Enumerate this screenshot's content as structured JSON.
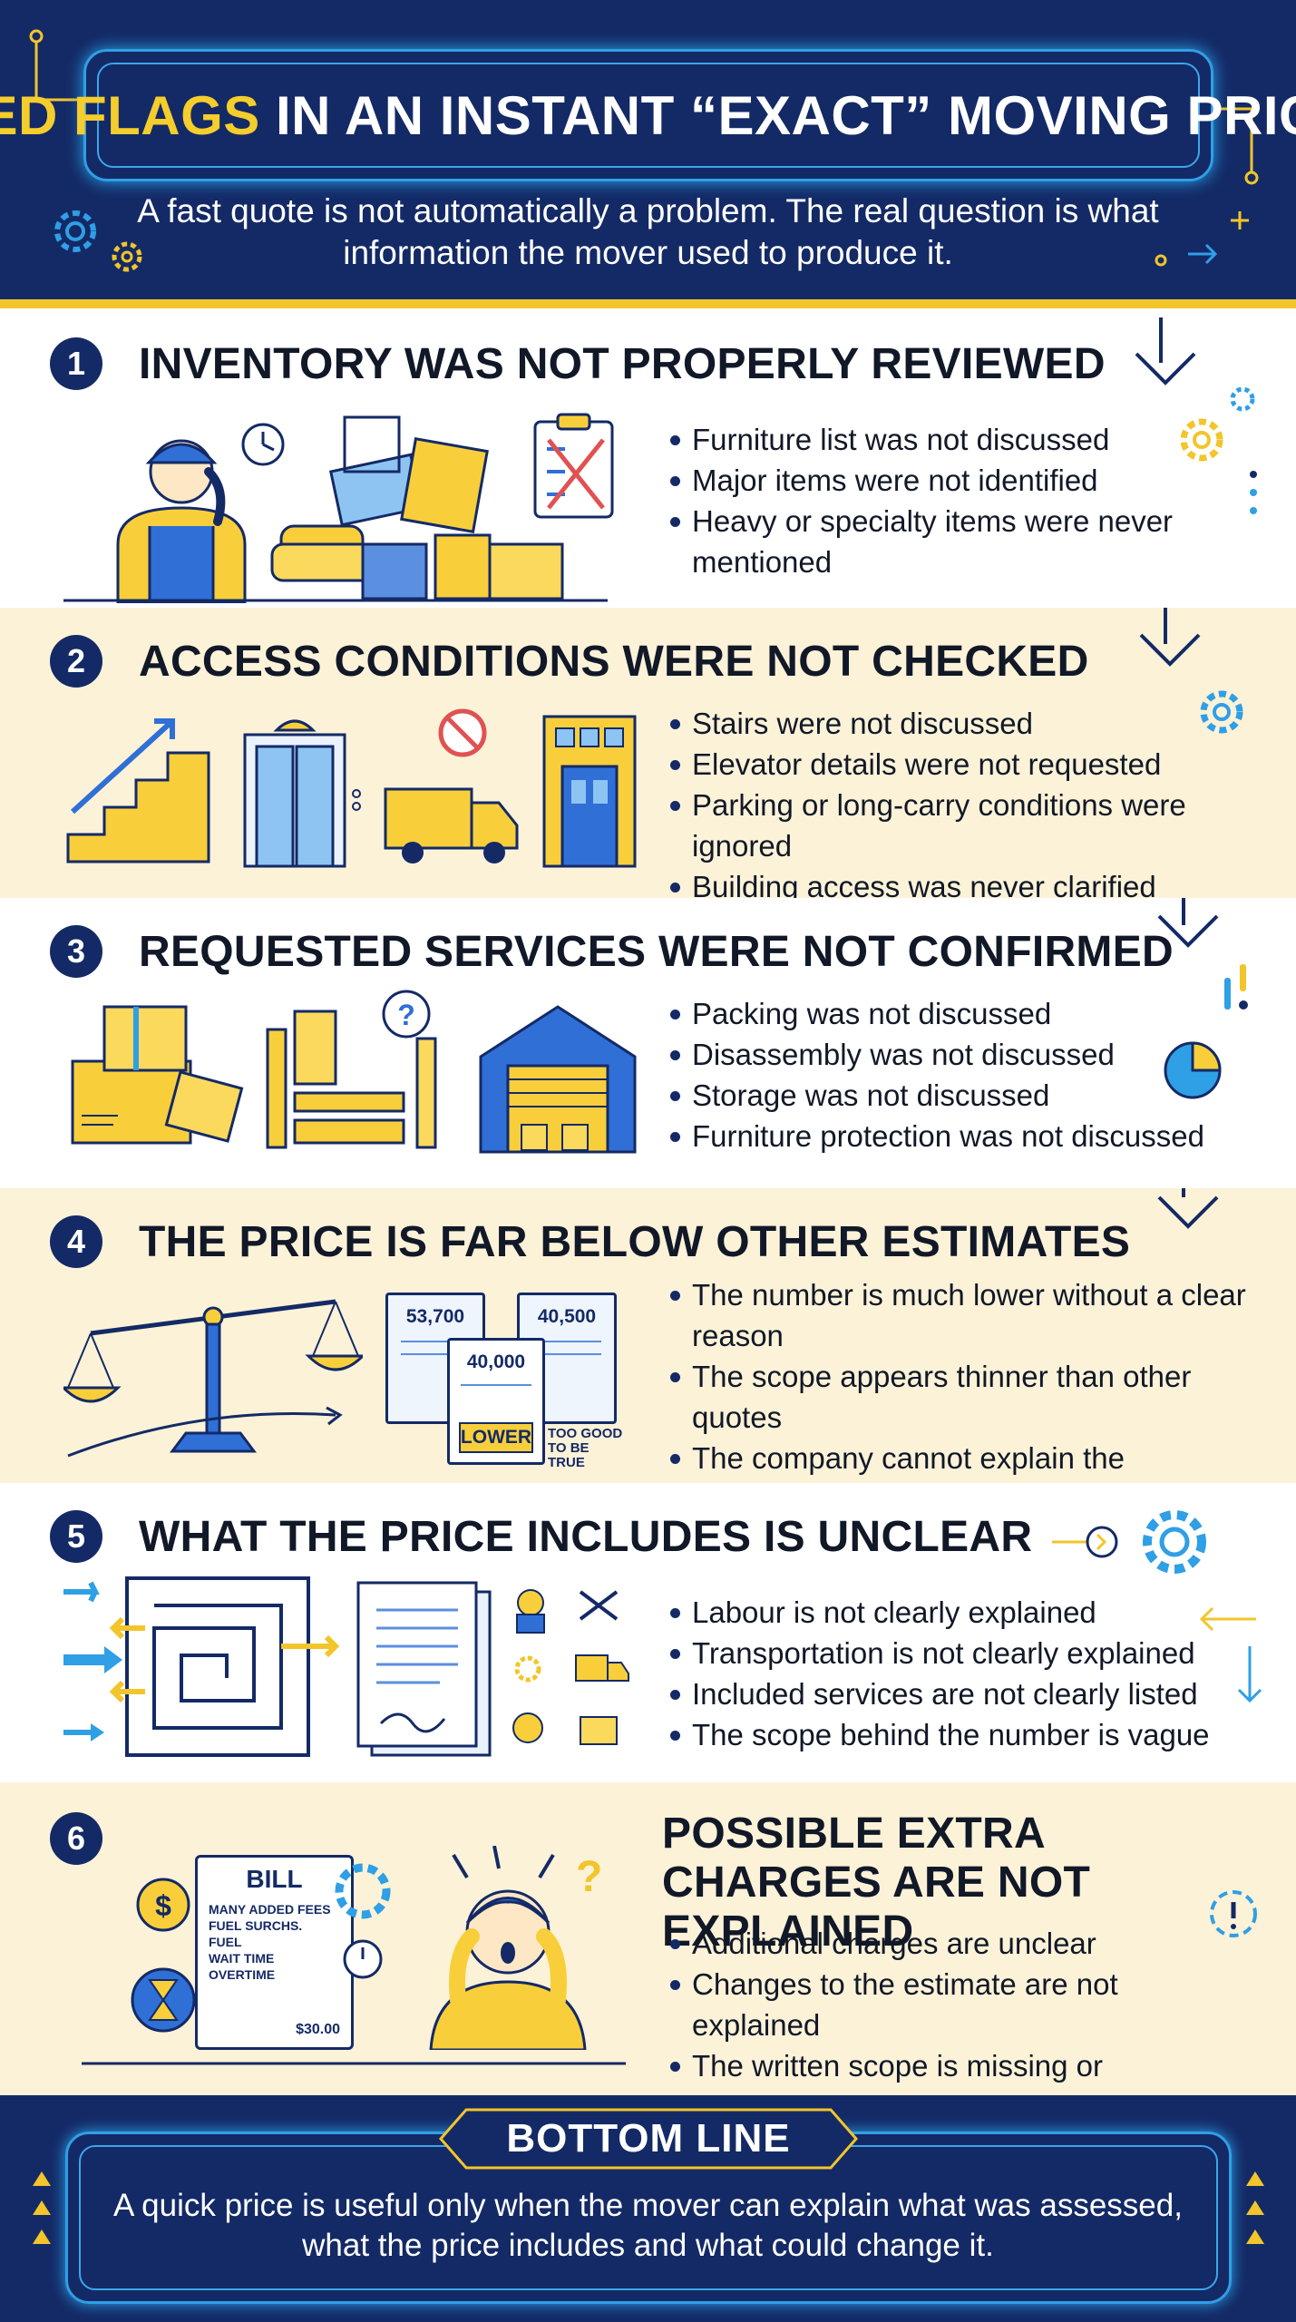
{
  "header": {
    "title_highlight": "RED FLAGS",
    "title_rest": " IN AN INSTANT “EXACT” MOVING PRICE",
    "subtitle": "A fast quote is not automatically a problem. The real question is what information the mover used to produce it."
  },
  "sections": [
    {
      "number": "1",
      "title": "INVENTORY WAS NOT PROPERLY REVIEWED",
      "bullets": [
        "Furniture list was not discussed",
        "Major items were not identified",
        "Heavy or specialty items were never mentioned"
      ]
    },
    {
      "number": "2",
      "title": "ACCESS CONDITIONS WERE NOT CHECKED",
      "bullets": [
        "Stairs were not discussed",
        "Elevator details were not requested",
        "Parking or long-carry conditions were ignored",
        "Building access was never clarified"
      ]
    },
    {
      "number": "3",
      "title": "REQUESTED SERVICES WERE NOT CONFIRMED",
      "bullets": [
        "Packing was not discussed",
        "Disassembly was not discussed",
        "Storage was not discussed",
        "Furniture protection was not discussed"
      ]
    },
    {
      "number": "4",
      "title": "THE PRICE IS FAR BELOW OTHER ESTIMATES",
      "bullets": [
        "The number is much lower without a clear reason",
        "The scope appears thinner than other quotes",
        "The company cannot explain the difference clearly"
      ],
      "illustration": {
        "quote_1": "53,700",
        "quote_2": "40,500",
        "quote_3": "40,000",
        "lower_label": "LOWER",
        "too_good": "TOO GOOD TO BE TRUE"
      }
    },
    {
      "number": "5",
      "title": "WHAT THE PRICE INCLUDES IS UNCLEAR",
      "bullets": [
        "Labour is not clearly explained",
        "Transportation is not clearly explained",
        "Included services are not clearly listed",
        "The scope behind the number is vague"
      ]
    },
    {
      "number": "6",
      "title": "POSSIBLE EXTRA CHARGES ARE NOT EXPLAINED",
      "bullets": [
        "Additional charges are unclear",
        "Changes to the estimate are not explained",
        "The written scope is missing or incomplete"
      ],
      "illustration": {
        "bill_title": "BILL",
        "bill_lines": [
          "MANY ADDED FEES",
          "FUEL SURCHS.",
          "FUEL",
          "WAIT TIME",
          "OVERTIME"
        ],
        "bill_total": "$30.00"
      }
    }
  ],
  "bottom": {
    "label": "BOTTOM LINE",
    "text": "A quick price is useful only when the mover can explain what was assessed, what the price includes and what could change it."
  },
  "colors": {
    "navy": "#142a66",
    "gold": "#f5cd2c",
    "blue": "#2f9fe6",
    "cream": "#fcf2d8",
    "yellow_fill": "#f8cf3b"
  }
}
